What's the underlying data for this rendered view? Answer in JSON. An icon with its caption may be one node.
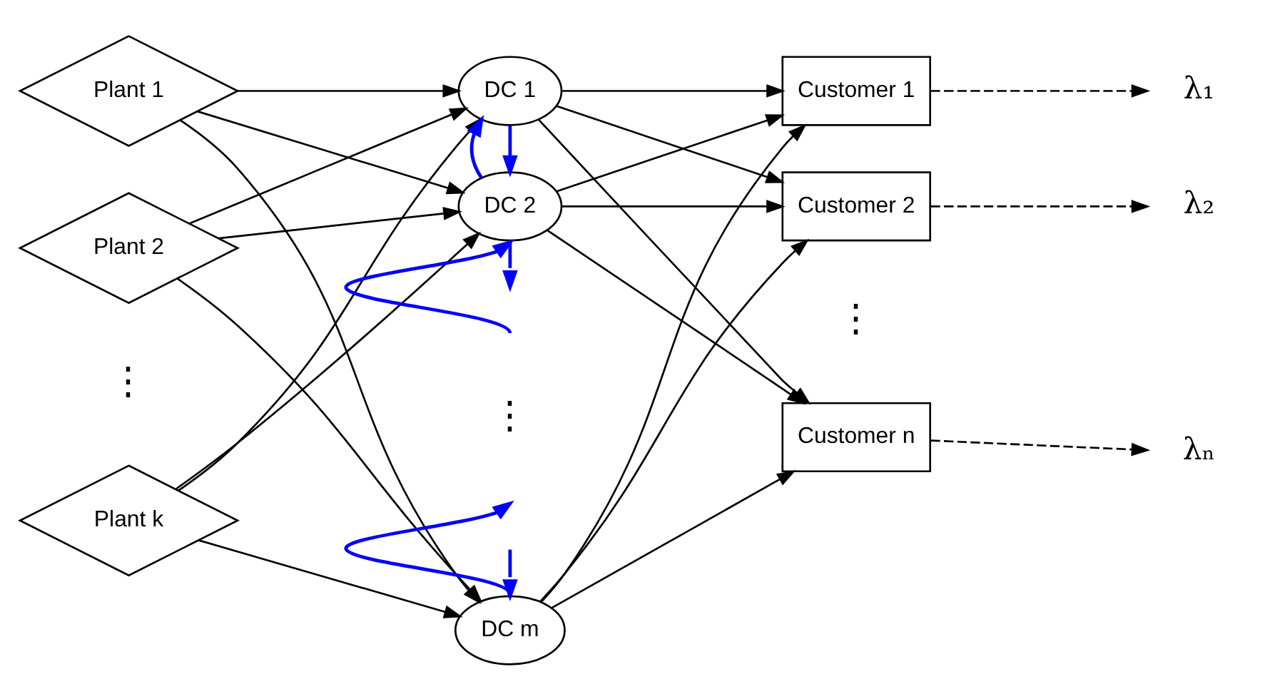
{
  "diagram": {
    "nodes": [
      {
        "text": [
          "Plant 1"
        ]
      },
      {
        "text": [
          "Plant 2"
        ]
      },
      {
        "text": [
          "Plant k"
        ]
      },
      {
        "text": [
          "DC 1"
        ]
      },
      {
        "text": [
          "DC 2"
        ]
      },
      {
        "text": [
          "DC m"
        ]
      },
      {
        "text": [
          "Customer 1"
        ]
      },
      {
        "text": [
          "Customer 2"
        ]
      },
      {
        "text": [
          "Customer n"
        ]
      },
      {
        "text": [
          "λ₁"
        ]
      },
      {
        "text": [
          "λ₂"
        ]
      },
      {
        "text": [
          "λₙ"
        ]
      }
    ],
    "edges": [
      {
        "from": 0,
        "to": 3,
        "arrow": "to"
      },
      {
        "from": 0,
        "to": 4,
        "arrow": "to"
      },
      {
        "from": 0,
        "to": 5,
        "arrow": "to"
      },
      {
        "from": 1,
        "to": 3,
        "arrow": "to"
      },
      {
        "from": 1,
        "to": 4,
        "arrow": "to"
      },
      {
        "from": 1,
        "to": 5,
        "arrow": "to"
      },
      {
        "from": 2,
        "to": 3,
        "arrow": "to"
      },
      {
        "from": 2,
        "to": 4,
        "arrow": "to"
      },
      {
        "from": 2,
        "to": 5,
        "arrow": "to"
      },
      {
        "from": 3,
        "to": 4,
        "arrow": "to",
        "color": "#0000ff"
      },
      {
        "from": 4,
        "to": 3,
        "arrow": "to",
        "color": "#0000ff"
      },
      {
        "from": null,
        "to": 4,
        "arrow": "to",
        "color": "#0000ff"
      },
      {
        "from": 4,
        "to": null,
        "arrow": "to",
        "color": "#0000ff"
      },
      {
        "from": 5,
        "to": null,
        "arrow": "to",
        "color": "#0000ff"
      },
      {
        "from": null,
        "to": 5,
        "arrow": "to",
        "color": "#0000ff"
      },
      {
        "from": 3,
        "to": 6,
        "arrow": "to"
      },
      {
        "from": 3,
        "to": 7,
        "arrow": "to"
      },
      {
        "from": 3,
        "to": 8,
        "arrow": "to"
      },
      {
        "from": 4,
        "to": 6,
        "arrow": "to"
      },
      {
        "from": 4,
        "to": 7,
        "arrow": "to"
      },
      {
        "from": 4,
        "to": 8,
        "arrow": "to"
      },
      {
        "from": 5,
        "to": 6,
        "arrow": "to"
      },
      {
        "from": 5,
        "to": 7,
        "arrow": "to"
      },
      {
        "from": 5,
        "to": 8,
        "arrow": "to"
      },
      {
        "from": 6,
        "to": 9,
        "arrow": "to",
        "style": "dashed"
      },
      {
        "from": 7,
        "to": 10,
        "arrow": "to",
        "style": "dashed"
      },
      {
        "from": 8,
        "to": 11,
        "arrow": "to",
        "style": "dashed"
      }
    ],
    "labels": [
      "⋮",
      "⋮",
      "⋮"
    ]
  }
}
